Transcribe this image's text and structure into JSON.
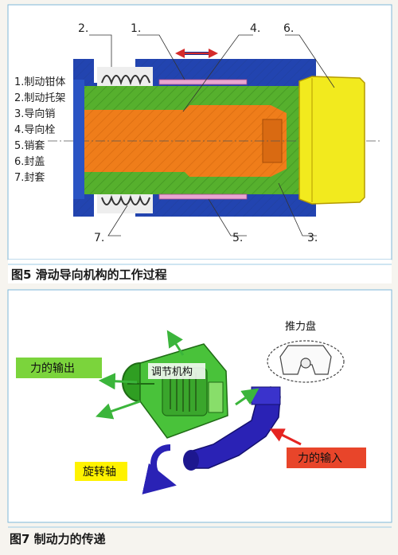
{
  "figure5": {
    "caption": "图5 滑动导向机构的工作过程",
    "legend": [
      "1.制动钳体",
      "2.制动托架",
      "3.导向销",
      "4.导向栓",
      "5.销套",
      "6.封盖",
      "7.封套"
    ],
    "callouts": {
      "c1": "1.",
      "c2": "2.",
      "c3": "3.",
      "c4": "4.",
      "c5": "5.",
      "c6": "6.",
      "c7": "7."
    },
    "colors": {
      "caliper": "#2244b0",
      "pin": "#ef7d1a",
      "sleeve": "#56b02d",
      "cap": "#f2ea1e",
      "bushing": "#e9a6d2",
      "boot": "#e9e9e9",
      "arrow": "#d42b2b"
    }
  },
  "figure7": {
    "caption": "图7 制动力的传递",
    "labels": {
      "output": "力的输出",
      "adjust": "调节机构",
      "thrust": "推力盘",
      "shaft": "旋转轴",
      "input": "力的输入"
    },
    "colors": {
      "output_bg": "#7bd43c",
      "shaft_bg": "#fff200",
      "input_bg": "#e8452a",
      "lever": "#2a22b5",
      "mechanism": "#49c23a",
      "arrow_green": "#3bb53b",
      "arrow_red": "#e52421"
    }
  }
}
